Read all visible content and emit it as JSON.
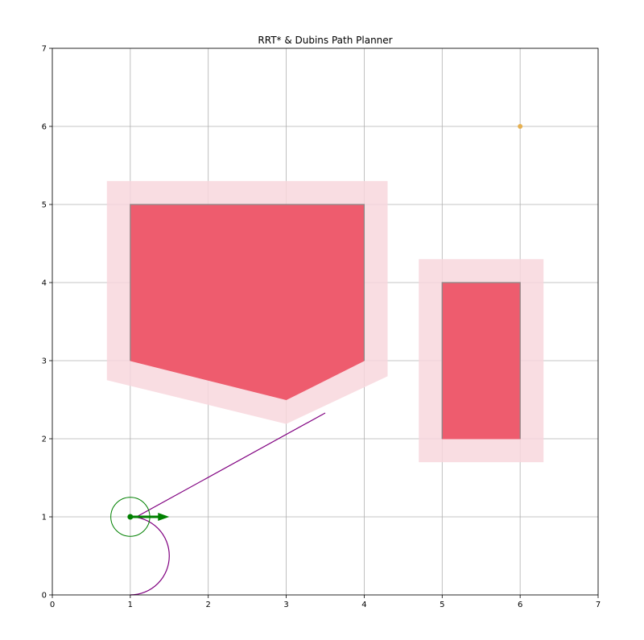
{
  "chart_data": {
    "type": "scatter",
    "title": "RRT* & Dubins Path Planner",
    "xlim": [
      0,
      7
    ],
    "ylim": [
      0,
      7
    ],
    "x_ticks": [
      "0",
      "1",
      "2",
      "3",
      "4",
      "5",
      "6",
      "7"
    ],
    "y_ticks": [
      "0",
      "1",
      "2",
      "3",
      "4",
      "5",
      "6",
      "7"
    ],
    "grid": true,
    "obstacles": [
      {
        "inflated": [
          [
            0.7,
            5.3
          ],
          [
            4.3,
            5.3
          ],
          [
            4.3,
            2.8
          ],
          [
            3.0,
            2.19
          ],
          [
            0.7,
            2.75
          ]
        ],
        "core": [
          [
            1,
            5
          ],
          [
            4,
            5
          ],
          [
            4,
            3
          ],
          [
            3,
            2.5
          ],
          [
            1,
            3
          ]
        ]
      },
      {
        "inflated": [
          [
            4.7,
            4.3
          ],
          [
            6.3,
            4.3
          ],
          [
            6.3,
            1.7
          ],
          [
            4.7,
            1.7
          ]
        ],
        "core": [
          [
            5,
            4
          ],
          [
            6,
            4
          ],
          [
            6,
            2
          ],
          [
            5,
            2
          ]
        ]
      }
    ],
    "start": {
      "x": 1,
      "y": 1,
      "heading_deg": 0
    },
    "goal": {
      "x": 6,
      "y": 6
    },
    "start_circle_radius": 0.25,
    "path_straight": [
      [
        1.08,
        1.0
      ],
      [
        3.5,
        2.33
      ]
    ],
    "path_arc": {
      "center": [
        1.0,
        0.5
      ],
      "radius": 0.5,
      "from_deg": 90,
      "to_deg": -90
    },
    "colors": {
      "obstacle_core": "#ee5c6e",
      "obstacle_inflated": "#f8d7dd",
      "obstacle_edge": "#888888",
      "path": "#800080",
      "start": "#008000",
      "goal": "#e6b050"
    }
  }
}
